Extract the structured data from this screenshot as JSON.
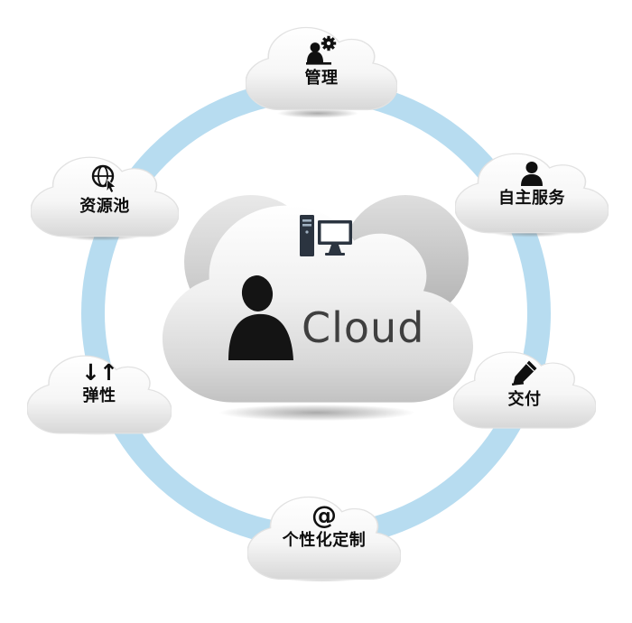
{
  "diagram": {
    "type": "cloud-computing-concept",
    "ring_color": "#b7dcf0"
  },
  "center": {
    "label": "Cloud",
    "icons": [
      "desktop-computer-icon",
      "person-silhouette-icon"
    ]
  },
  "nodes": [
    {
      "id": "management",
      "label": "管理",
      "icon": "person-gear-icon",
      "position": "top"
    },
    {
      "id": "resource-pool",
      "label": "资源池",
      "icon": "globe-cursor-icon",
      "position": "upper-left"
    },
    {
      "id": "self-service",
      "label": "自主服务",
      "icon": "person-icon",
      "position": "upper-right"
    },
    {
      "id": "elasticity",
      "label": "弹性",
      "icon": "down-up-arrows-icon",
      "icon_glyph": "↓↑",
      "position": "lower-left"
    },
    {
      "id": "delivery",
      "label": "交付",
      "icon": "pencil-writing-icon",
      "position": "lower-right"
    },
    {
      "id": "customization",
      "label": "个性化定制",
      "icon": "at-sign-icon",
      "icon_glyph": "@",
      "position": "bottom"
    }
  ]
}
